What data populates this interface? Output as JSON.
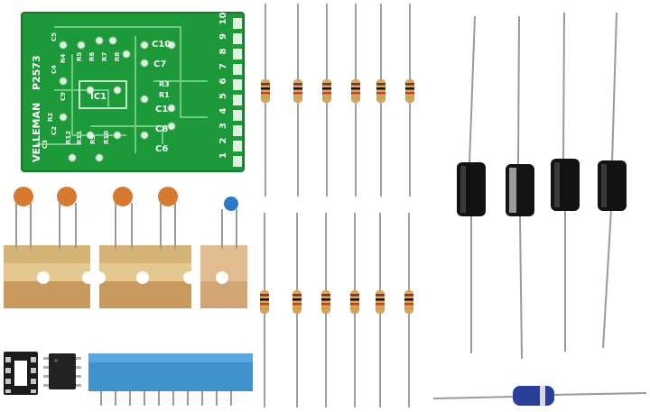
{
  "pcb": {
    "brand": "VELLEMAN",
    "model": "P2573",
    "ic_label": "IC1",
    "pin_numbers": [
      "1",
      "2",
      "3",
      "4",
      "5",
      "6",
      "7",
      "8",
      "9",
      "10"
    ],
    "component_labels": [
      "C10",
      "C7",
      "R3",
      "R1",
      "C1",
      "C8",
      "C6",
      "R2",
      "R4",
      "C5",
      "C3",
      "C2",
      "C4",
      "C9",
      "R11",
      "R12",
      "R9",
      "R10",
      "R5",
      "R6",
      "R7",
      "R8"
    ]
  },
  "colors": {
    "board": "#1c9a3a",
    "copper": "#dff2e2",
    "resistor_body": "#d9a45e",
    "ceramic_cap": "#d77a2e",
    "blue_cap": "#2b79c9",
    "electrolytic": "#121212",
    "tantalum": "#2a3f9a",
    "connector": "#3f92cc",
    "tape": "#e5c890"
  }
}
